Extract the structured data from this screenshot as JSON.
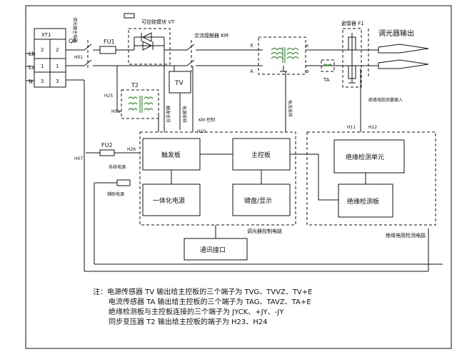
{
  "terminal_block": {
    "name": "XT1",
    "rows": [
      {
        "left": "2",
        "right": "2"
      },
      {
        "left": "1",
        "right": "1"
      },
      {
        "left": "3",
        "right": "3"
      }
    ]
  },
  "lines": {
    "lb": "Lb",
    "la": "La",
    "n": "N"
  },
  "labels": {
    "qf": "QF",
    "h01_top": "H01",
    "dimmer_breaker": "调光器主电路",
    "fu1": "FU1",
    "scr": "可控硅模块 VT",
    "contactor": "交流接触器 KM",
    "x_left": "X",
    "x_right": "x",
    "a_left": "A",
    "a_right": "a",
    "fuse_f1": "避雷器 F1",
    "output": "调光器输出",
    "tv": "TV",
    "h25": "H25",
    "h01_mid": "H01",
    "t2": "T2",
    "trigger_signal": "触发信号",
    "power_sample": "电源采样",
    "km_control": "KM 控制",
    "h10": "H10",
    "ta": "TA",
    "current_sample": "电流采样",
    "insul_input": "绝缘电阻测量输入",
    "h11": "H11",
    "h12": "H12",
    "fu2": "FU2",
    "h26": "H26",
    "h07": "H07",
    "sys_power": "系统电源",
    "aux_power": "辅助电源",
    "trigger_board": "触发板",
    "main_board": "主控板",
    "integrated_power": "一体化电源",
    "keypad_display": "键盘/显示",
    "insul_unit": "绝缘检测单元",
    "insul_board": "绝缘检测板",
    "dimmer_ctrl": "调光器控制电路",
    "insul_circuit": "绝缘电阻检测电路",
    "comm_port": "通讯接口"
  },
  "notes": [
    "注：电源传感器 TV 输出给主控板的三个端子为 TVG、TVVZ、TV+E",
    "电流传感器 TA 输出给主控板的三个端子为 TAG、TAVZ、TA+E",
    "绝缘检测板与主控板连接的三个端子为 JYCK、+JY、-JY",
    "同步变压器 T2 输出给主控板的端子为 H23、H24"
  ],
  "colors": {
    "line": "#111111",
    "transformer": "#3a9a3a"
  }
}
